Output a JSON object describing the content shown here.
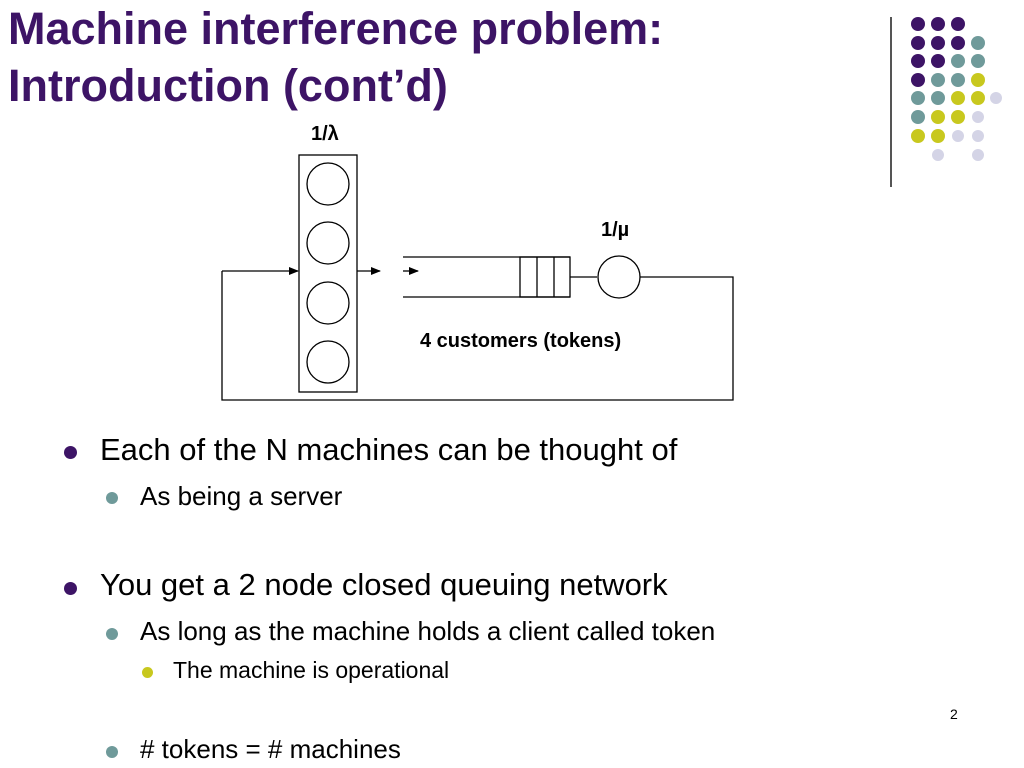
{
  "slide": {
    "title_line1": "Machine interference problem:",
    "title_line2": "Introduction (cont’d)",
    "page_number": "2"
  },
  "diagram": {
    "server_rate_label": "1/λ",
    "queue_rate_label": "1/µ",
    "customers_label": "4 customers (tokens)"
  },
  "bullets": {
    "b1": "Each of the N machines can be thought of",
    "b1_1": "As being a server",
    "b2": "You get a 2 node closed queuing network",
    "b2_1": "As long as the machine holds a client called token",
    "b2_1_1": "The machine is operational",
    "b2_2": "# tokens = # machines"
  },
  "colors": {
    "title": "#3d1466",
    "purple": "#3d1466",
    "teal": "#6f9a9a",
    "olive": "#c8c81e",
    "lavender": "#d4d4e6"
  }
}
